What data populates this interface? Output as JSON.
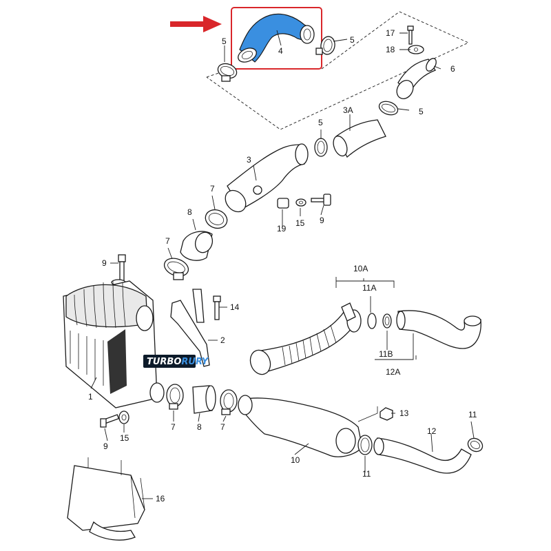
{
  "colors": {
    "highlight_box": "#d9262a",
    "arrow": "#d9262a",
    "hose_highlight": "#3a8fe0",
    "watermark_text": "#ffffff",
    "watermark_accent": "#3a8fe0"
  },
  "watermark": {
    "prefix": "TURBO",
    "suffix": "RURY"
  },
  "callouts": [
    {
      "id": "c-5a",
      "text": "5"
    },
    {
      "id": "c-4",
      "text": "4"
    },
    {
      "id": "c-5b",
      "text": "5"
    },
    {
      "id": "c-17",
      "text": "17"
    },
    {
      "id": "c-18",
      "text": "18"
    },
    {
      "id": "c-6",
      "text": "6"
    },
    {
      "id": "c-5c",
      "text": "5"
    },
    {
      "id": "c-3a",
      "text": "3A"
    },
    {
      "id": "c-5d",
      "text": "5"
    },
    {
      "id": "c-3",
      "text": "3"
    },
    {
      "id": "c-7a",
      "text": "7"
    },
    {
      "id": "c-8a",
      "text": "8"
    },
    {
      "id": "c-19",
      "text": "19"
    },
    {
      "id": "c-15a",
      "text": "15"
    },
    {
      "id": "c-9a",
      "text": "9"
    },
    {
      "id": "c-7b",
      "text": "7"
    },
    {
      "id": "c-9b",
      "text": "9"
    },
    {
      "id": "c-10a",
      "text": "10A"
    },
    {
      "id": "c-11a",
      "text": "11A"
    },
    {
      "id": "c-14",
      "text": "14"
    },
    {
      "id": "c-2",
      "text": "2"
    },
    {
      "id": "c-11b",
      "text": "11B"
    },
    {
      "id": "c-12a",
      "text": "12A"
    },
    {
      "id": "c-1",
      "text": "1"
    },
    {
      "id": "c-7c",
      "text": "7"
    },
    {
      "id": "c-8b",
      "text": "8"
    },
    {
      "id": "c-7d",
      "text": "7"
    },
    {
      "id": "c-13",
      "text": "13"
    },
    {
      "id": "c-11c",
      "text": "11"
    },
    {
      "id": "c-15b",
      "text": "15"
    },
    {
      "id": "c-9c",
      "text": "9"
    },
    {
      "id": "c-12",
      "text": "12"
    },
    {
      "id": "c-10",
      "text": "10"
    },
    {
      "id": "c-11d",
      "text": "11"
    },
    {
      "id": "c-16",
      "text": "16"
    }
  ]
}
